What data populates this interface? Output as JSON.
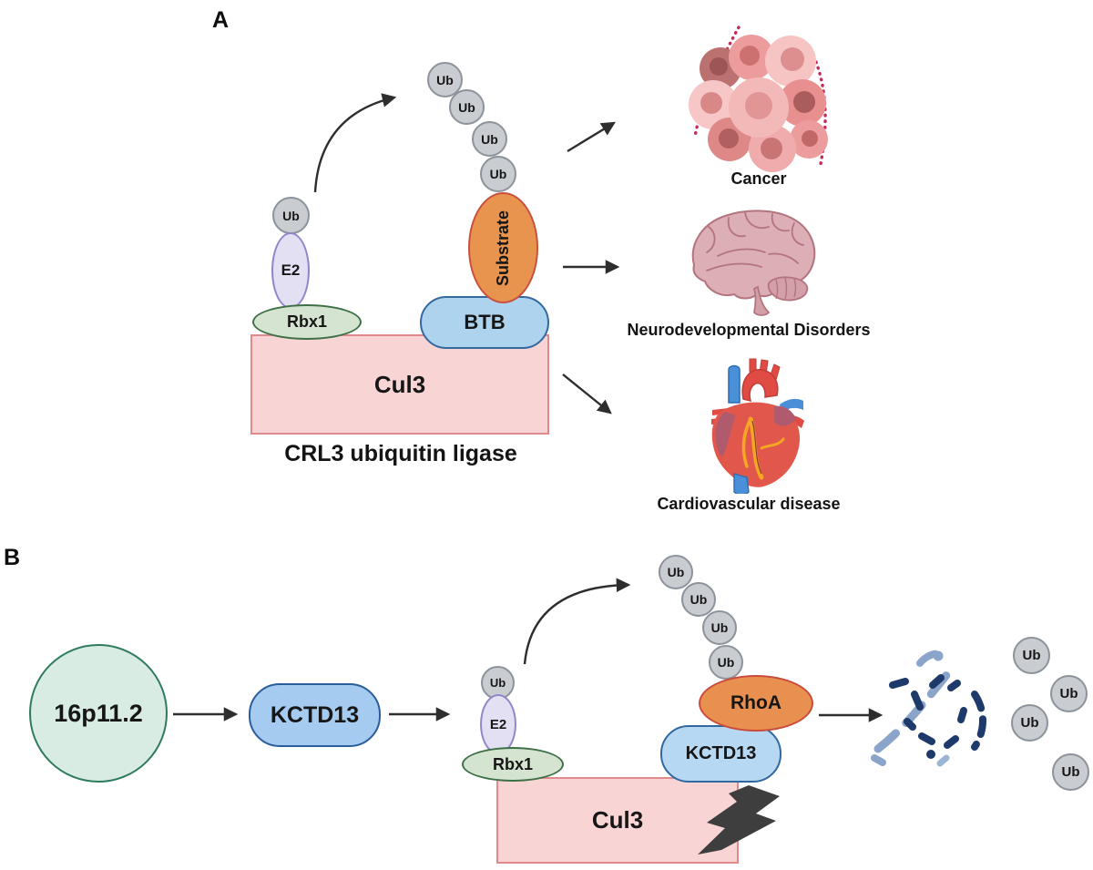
{
  "figure": {
    "panel_a": {
      "label": "A",
      "complex": {
        "caption": "CRL3 ubiquitin ligase",
        "cul3": "Cul3",
        "rbx1": "Rbx1",
        "e2": "E2",
        "e2_ub": "Ub",
        "btb": "BTB",
        "substrate": "Substrate",
        "ub_chain": [
          "Ub",
          "Ub",
          "Ub",
          "Ub"
        ]
      },
      "diseases": [
        {
          "label": "Cancer",
          "icon": "cancer-cells-illustration"
        },
        {
          "label": "Neurodevelopmental Disorders",
          "icon": "brain-illustration"
        },
        {
          "label": "Cardiovascular disease",
          "icon": "heart-illustration"
        }
      ]
    },
    "panel_b": {
      "label": "B",
      "locus": "16p11.2",
      "kctd13_standalone": "KCTD13",
      "complex": {
        "cul3": "Cul3",
        "rbx1": "Rbx1",
        "e2": "E2",
        "e2_ub": "Ub",
        "kctd13": "KCTD13",
        "rhoa": "RhoA",
        "ub_chain": [
          "Ub",
          "Ub",
          "Ub",
          "Ub"
        ]
      },
      "degradation": {
        "icon": "degraded-protein-fragments",
        "free_ub": [
          "Ub",
          "Ub",
          "Ub",
          "Ub"
        ]
      }
    },
    "colors": {
      "ub_fill": "#c9cdd2",
      "ub_stroke": "#8d939b",
      "e2_fill": "#e4e0f3",
      "e2_stroke": "#9186ca",
      "rbx1_fill": "#d5e4d0",
      "rbx1_stroke": "#3e7046",
      "cul3_fill": "#f8d4d5",
      "cul3_stroke": "#e08a8c",
      "btb_fill": "#aed3ef",
      "btb_stroke": "#33699f",
      "substrate_fill": "#e8944f",
      "substrate_stroke": "#c9503f",
      "kctd13_fill": "#a5ccf0",
      "kctd13_stroke": "#2b5d9a",
      "rhoa_fill": "#e8904f",
      "rhoa_stroke": "#ca4a3c",
      "locus_fill": "#d9ece3",
      "locus_stroke": "#2f7b5e",
      "arrow": "#2e2e2e",
      "lightning": "#3e3e3e"
    }
  }
}
